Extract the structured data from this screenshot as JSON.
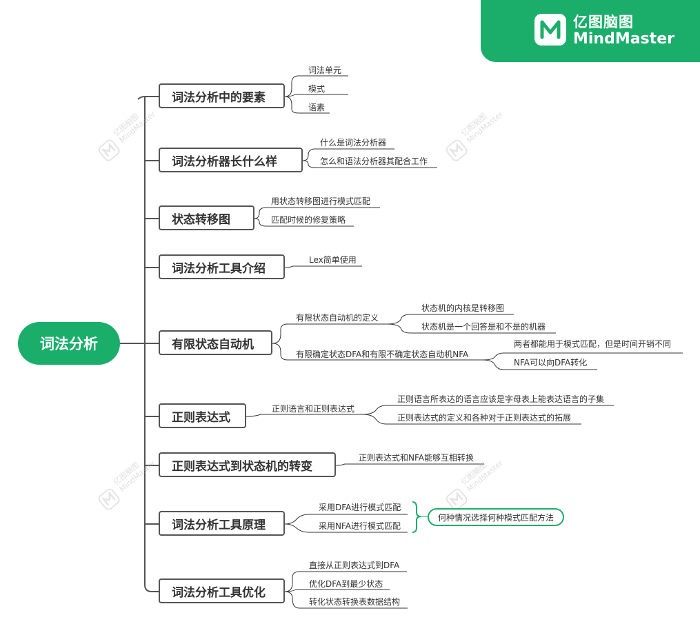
{
  "brand": {
    "name_cn": "亿图脑图",
    "name_en": "MindMaster",
    "color": "#1aae6a"
  },
  "watermark": {
    "line1": "亿图脑图",
    "line2": "MindMaster"
  },
  "mindmap": {
    "root": "词法分析",
    "accent_color": "#1aae6a",
    "topics": [
      {
        "label": "词法分析中的要素",
        "children": [
          {
            "label": "词法单元"
          },
          {
            "label": "模式"
          },
          {
            "label": "语素"
          }
        ]
      },
      {
        "label": "词法分析器长什么样",
        "children": [
          {
            "label": "什么是词法分析器"
          },
          {
            "label": "怎么和语法分析器其配合工作"
          }
        ]
      },
      {
        "label": "状态转移图",
        "children": [
          {
            "label": "用状态转移图进行模式匹配"
          },
          {
            "label": "匹配时候的修复策略"
          }
        ]
      },
      {
        "label": "词法分析工具介绍",
        "children": [
          {
            "label": "Lex简单使用"
          }
        ]
      },
      {
        "label": "有限状态自动机",
        "children": [
          {
            "label": "有限状态自动机的定义",
            "children": [
              {
                "label": "状态机的内核是转移图"
              },
              {
                "label": "状态机是一个回答是和不是的机器"
              }
            ]
          },
          {
            "label": "有限确定状态DFA和有限不确定状态自动机NFA",
            "children": [
              {
                "label": "两者都能用于模式匹配，但是时间开销不同"
              },
              {
                "label": "NFA可以向DFA转化"
              }
            ]
          }
        ]
      },
      {
        "label": "正则表达式",
        "children": [
          {
            "label": "正则语言和正则表达式",
            "children": [
              {
                "label": "正则语言所表达的语言应该是字母表上能表达语言的子集"
              },
              {
                "label": "正则表达式的定义和各种对于正则表达式的拓展"
              }
            ]
          }
        ]
      },
      {
        "label": "正则表达式到状态机的转变",
        "children": [
          {
            "label": "正则表达式和NFA能够互相转换"
          }
        ]
      },
      {
        "label": "词法分析工具原理",
        "children": [
          {
            "label": "采用DFA进行模式匹配"
          },
          {
            "label": "采用NFA进行模式匹配"
          }
        ],
        "summary": "何种情况选择何种模式匹配方法"
      },
      {
        "label": "词法分析工具优化",
        "children": [
          {
            "label": "直接从正则表达式到DFA"
          },
          {
            "label": "优化DFA到最少状态"
          },
          {
            "label": "转化状态转换表数据结构"
          }
        ]
      }
    ]
  }
}
